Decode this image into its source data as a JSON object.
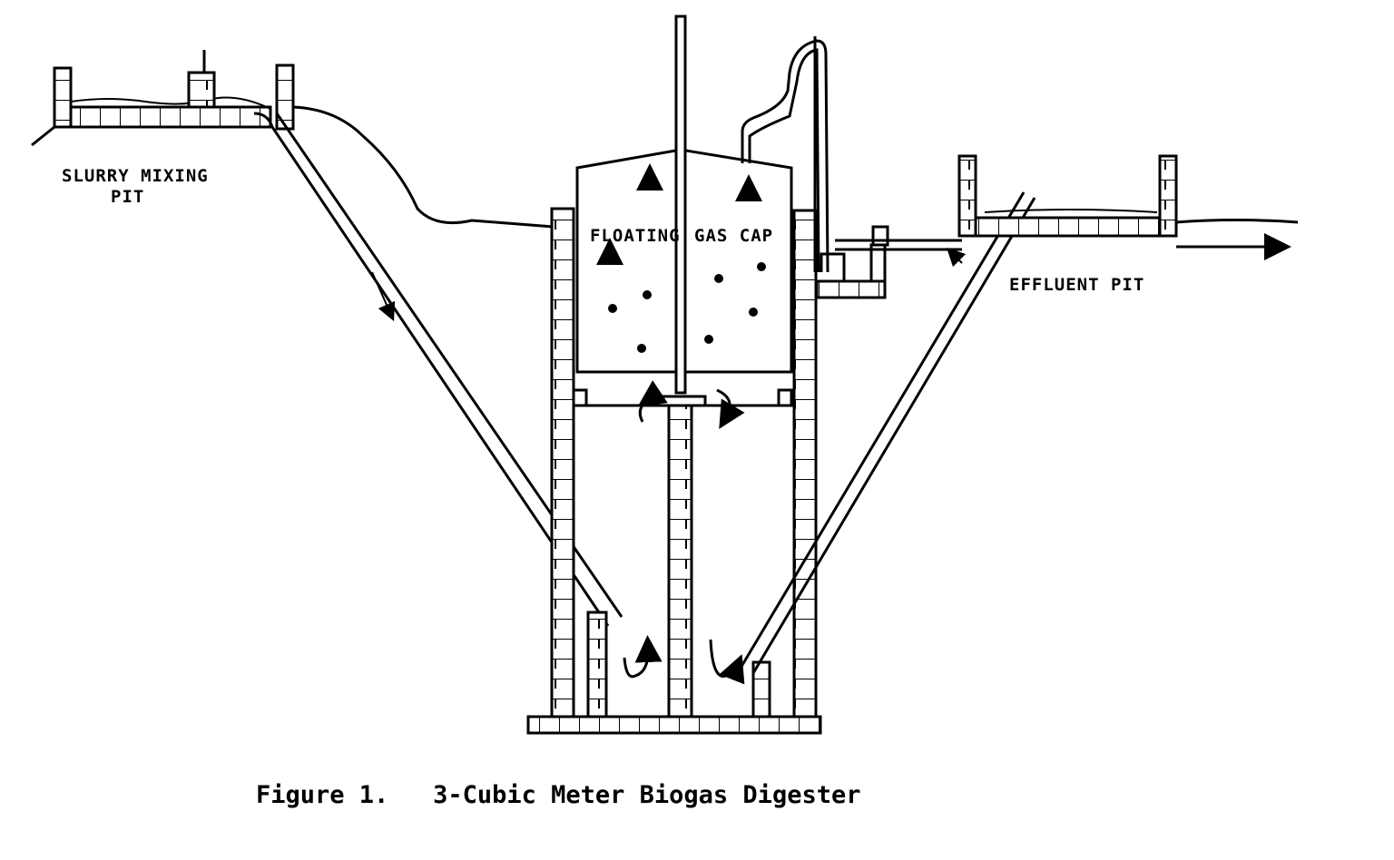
{
  "labels": {
    "slurry_line1": "SLURRY MIXING",
    "slurry_line2": "PIT",
    "floating": "FLOATING",
    "gas_cap": "GAS CAP",
    "effluent": "EFFLUENT PIT"
  },
  "caption": "Figure 1.   3-Cubic Meter Biogas Digester",
  "colors": {
    "ink": "#000000",
    "paper": "#ffffff"
  }
}
